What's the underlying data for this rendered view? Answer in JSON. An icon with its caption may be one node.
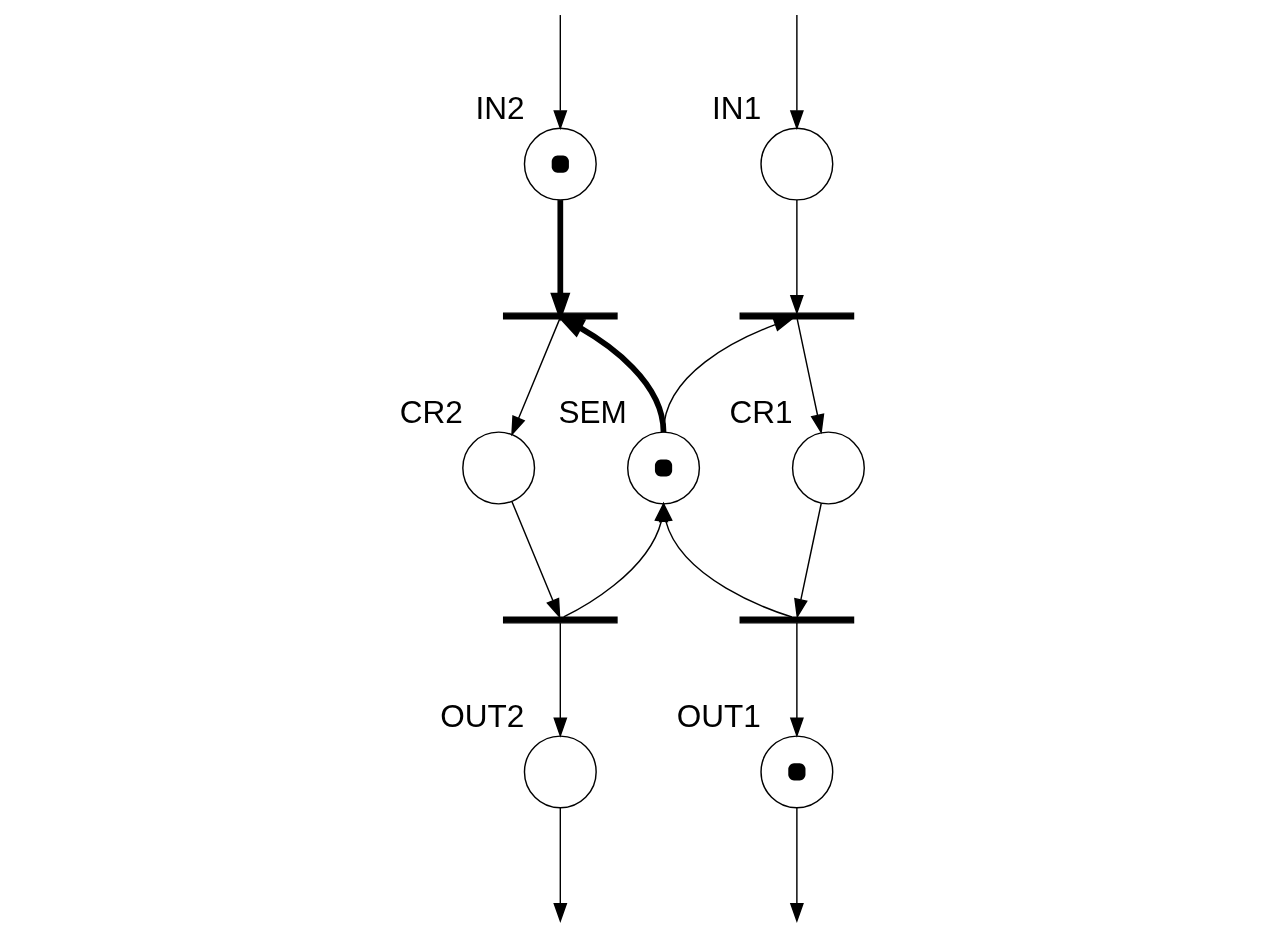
{
  "diagram": {
    "nodes": [
      {
        "text": [],
        "shape": "circle",
        "beside": [
          "IN1"
        ]
      },
      {
        "text": [],
        "shape": "token",
        "beside": [
          "IN2"
        ]
      },
      {
        "text": [],
        "shape": "bar"
      },
      {
        "text": [],
        "shape": "bar"
      },
      {
        "text": [],
        "shape": "circle",
        "beside": [
          "CR1"
        ]
      },
      {
        "text": [],
        "shape": "token",
        "beside": [
          "SEM"
        ]
      },
      {
        "text": [],
        "shape": "circle",
        "beside": [
          "CR2"
        ]
      },
      {
        "text": [],
        "shape": "bar"
      },
      {
        "text": [],
        "shape": "bar"
      },
      {
        "text": [],
        "shape": "token",
        "beside": [
          "OUT1"
        ]
      },
      {
        "text": [],
        "shape": "circle",
        "beside": [
          "OUT2"
        ]
      }
    ],
    "edges": [
      {
        "from": null,
        "to": 0,
        "arrow": "to"
      },
      {
        "from": null,
        "to": 1,
        "arrow": "to"
      },
      {
        "from": 0,
        "to": 2,
        "arrow": "to"
      },
      {
        "from": 1,
        "to": 3,
        "arrow": "to",
        "style": "thick"
      },
      {
        "from": 2,
        "to": 4,
        "arrow": "to"
      },
      {
        "from": 5,
        "to": 2,
        "arrow": "to"
      },
      {
        "from": 5,
        "to": 3,
        "arrow": "to",
        "style": "thick"
      },
      {
        "from": 3,
        "to": 6,
        "arrow": "to"
      },
      {
        "from": 4,
        "to": 7,
        "arrow": "to"
      },
      {
        "from": 7,
        "to": 5,
        "arrow": "to"
      },
      {
        "from": 6,
        "to": 8,
        "arrow": "to"
      },
      {
        "from": 8,
        "to": 5,
        "arrow": "to"
      },
      {
        "from": 7,
        "to": 9,
        "arrow": "to"
      },
      {
        "from": 8,
        "to": 10,
        "arrow": "to"
      },
      {
        "from": 9,
        "to": null,
        "arrow": "to"
      },
      {
        "from": 10,
        "to": null,
        "arrow": "to"
      }
    ]
  }
}
